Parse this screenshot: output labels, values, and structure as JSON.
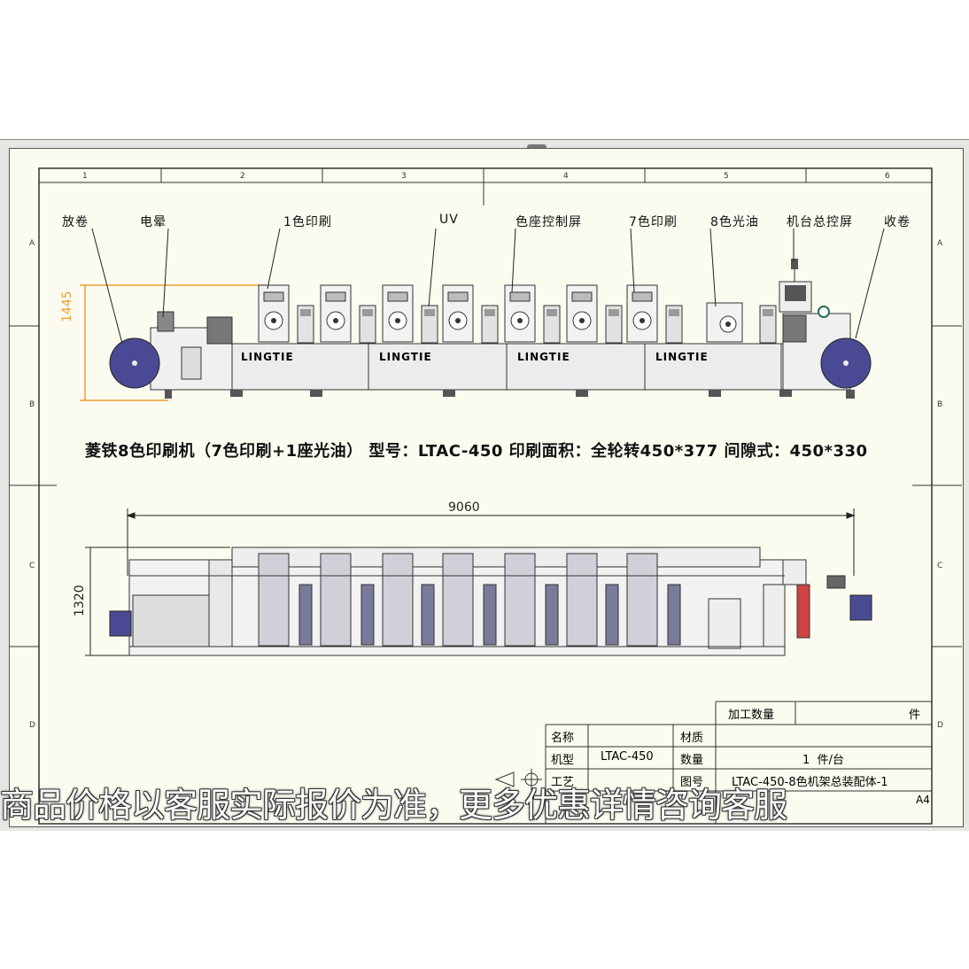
{
  "toolbar": {
    "icons": [
      "zoom-to-fit-icon",
      "zoom-area-icon",
      "zoom-in-out-icon",
      "pan-icon",
      "rotate-icon",
      "view-orientation-icon",
      "display-style-icon",
      "hide-show-icon",
      "appearance-icon"
    ]
  },
  "zones": {
    "columns": [
      "1",
      "2",
      "3",
      "4",
      "5",
      "6"
    ],
    "rows": [
      "A",
      "B",
      "C",
      "D"
    ]
  },
  "callouts": {
    "unwind": "放卷",
    "corona": "电晕",
    "print1": "1色印刷",
    "uv": "UV",
    "color_screen": "色座控制屏",
    "print7": "7色印刷",
    "varnish8": "8色光油",
    "master_panel": "机台总控屏",
    "rewind": "收卷"
  },
  "machine": {
    "brand": "LINGTIE",
    "height_dim": "1445",
    "length_dim": "9060",
    "width_dim": "1320"
  },
  "caption": "菱铁8色印刷机（7色印刷+1座光油）  型号：LTAC-450  印刷面积：全轮转450*377 间隙式：450*330",
  "title_block": {
    "qty_label": "加工数量",
    "qty_unit": "件",
    "name_label": "名称",
    "material_label": "材质",
    "model_label": "机型",
    "model_value": "LTAC-450",
    "count_label": "数量",
    "count_value": "1  件/台",
    "process_label": "工艺",
    "drawing_label": "图号",
    "drawing_value": "LTAC-450-8色机架总装配体-1",
    "sheet_size": "A4"
  },
  "watermark": "商品价格以客服实际报价为准，更多优惠详情咨询客服",
  "colors": {
    "roll": "#4a4a94",
    "frame_line": "#333333",
    "dim_line": "#f0a030",
    "sheet_bg": "#fbfbf0"
  }
}
